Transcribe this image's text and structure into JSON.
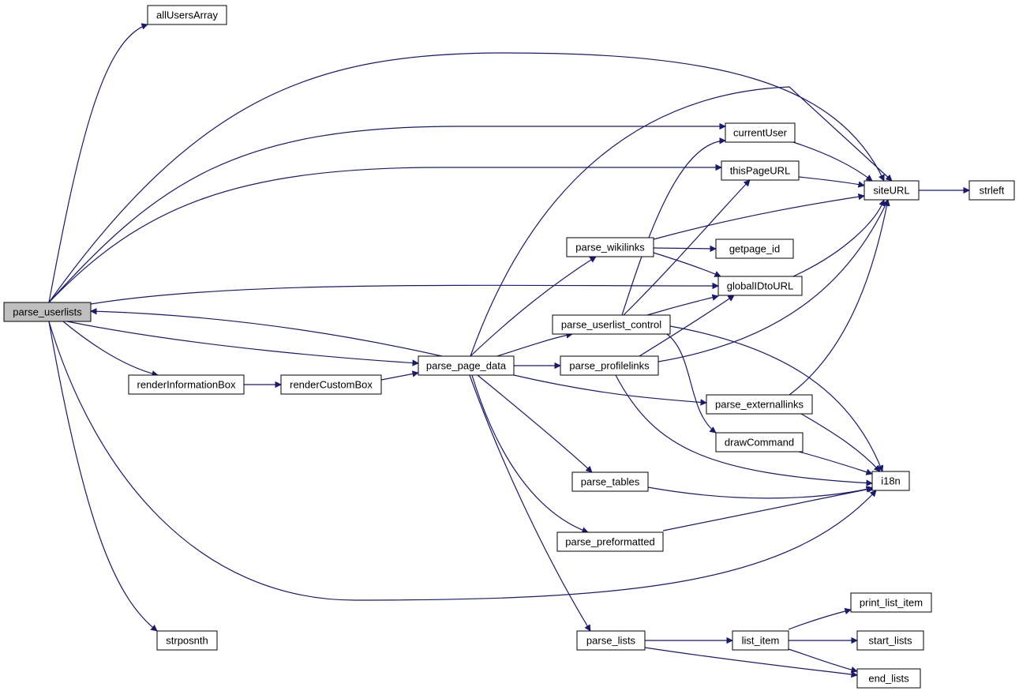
{
  "graph": {
    "edge_color": "#191970",
    "root_fill": "#bfbfbf",
    "node_fill": "#ffffff",
    "nodes": [
      {
        "id": "parse_userlists",
        "label": "parse_userlists",
        "root": true
      },
      {
        "id": "allUsersArray",
        "label": "allUsersArray"
      },
      {
        "id": "renderInformationBox",
        "label": "renderInformationBox"
      },
      {
        "id": "renderCustomBox",
        "label": "renderCustomBox"
      },
      {
        "id": "parse_page_data",
        "label": "parse_page_data"
      },
      {
        "id": "strposnth",
        "label": "strposnth"
      },
      {
        "id": "currentUser",
        "label": "currentUser"
      },
      {
        "id": "thisPageURL",
        "label": "thisPageURL"
      },
      {
        "id": "siteURL",
        "label": "siteURL"
      },
      {
        "id": "strleft",
        "label": "strleft"
      },
      {
        "id": "parse_wikilinks",
        "label": "parse_wikilinks"
      },
      {
        "id": "getpage_id",
        "label": "getpage_id"
      },
      {
        "id": "globalIDtoURL",
        "label": "globalIDtoURL"
      },
      {
        "id": "parse_userlist_control",
        "label": "parse_userlist_control"
      },
      {
        "id": "parse_profilelinks",
        "label": "parse_profilelinks"
      },
      {
        "id": "parse_externallinks",
        "label": "parse_externallinks"
      },
      {
        "id": "drawCommand",
        "label": "drawCommand"
      },
      {
        "id": "i18n",
        "label": "i18n"
      },
      {
        "id": "parse_tables",
        "label": "parse_tables"
      },
      {
        "id": "parse_preformatted",
        "label": "parse_preformatted"
      },
      {
        "id": "parse_lists",
        "label": "parse_lists"
      },
      {
        "id": "list_item",
        "label": "list_item"
      },
      {
        "id": "print_list_item",
        "label": "print_list_item"
      },
      {
        "id": "start_lists",
        "label": "start_lists"
      },
      {
        "id": "end_lists",
        "label": "end_lists"
      }
    ],
    "edges": [
      [
        "parse_userlists",
        "allUsersArray"
      ],
      [
        "parse_userlists",
        "siteURL"
      ],
      [
        "parse_userlists",
        "currentUser"
      ],
      [
        "parse_userlists",
        "thisPageURL"
      ],
      [
        "parse_userlists",
        "globalIDtoURL"
      ],
      [
        "parse_userlists",
        "parse_page_data"
      ],
      [
        "parse_userlists",
        "renderInformationBox"
      ],
      [
        "parse_userlists",
        "i18n"
      ],
      [
        "parse_userlists",
        "strposnth"
      ],
      [
        "renderInformationBox",
        "renderCustomBox"
      ],
      [
        "renderCustomBox",
        "parse_page_data"
      ],
      [
        "parse_page_data",
        "parse_userlists"
      ],
      [
        "parse_page_data",
        "siteURL"
      ],
      [
        "parse_page_data",
        "parse_wikilinks"
      ],
      [
        "parse_page_data",
        "parse_userlist_control"
      ],
      [
        "parse_page_data",
        "parse_profilelinks"
      ],
      [
        "parse_page_data",
        "parse_externallinks"
      ],
      [
        "parse_page_data",
        "parse_tables"
      ],
      [
        "parse_page_data",
        "parse_preformatted"
      ],
      [
        "parse_page_data",
        "parse_lists"
      ],
      [
        "currentUser",
        "siteURL"
      ],
      [
        "thisPageURL",
        "siteURL"
      ],
      [
        "siteURL",
        "strleft"
      ],
      [
        "parse_wikilinks",
        "siteURL"
      ],
      [
        "parse_wikilinks",
        "getpage_id"
      ],
      [
        "parse_wikilinks",
        "globalIDtoURL"
      ],
      [
        "globalIDtoURL",
        "siteURL"
      ],
      [
        "parse_userlist_control",
        "currentUser"
      ],
      [
        "parse_userlist_control",
        "thisPageURL"
      ],
      [
        "parse_userlist_control",
        "globalIDtoURL"
      ],
      [
        "parse_userlist_control",
        "drawCommand"
      ],
      [
        "parse_userlist_control",
        "i18n"
      ],
      [
        "parse_profilelinks",
        "globalIDtoURL"
      ],
      [
        "parse_profilelinks",
        "siteURL"
      ],
      [
        "parse_profilelinks",
        "i18n"
      ],
      [
        "parse_externallinks",
        "siteURL"
      ],
      [
        "parse_externallinks",
        "i18n"
      ],
      [
        "drawCommand",
        "i18n"
      ],
      [
        "parse_tables",
        "i18n"
      ],
      [
        "parse_preformatted",
        "i18n"
      ],
      [
        "parse_lists",
        "list_item"
      ],
      [
        "parse_lists",
        "end_lists"
      ],
      [
        "list_item",
        "print_list_item"
      ],
      [
        "list_item",
        "start_lists"
      ],
      [
        "list_item",
        "end_lists"
      ]
    ]
  }
}
